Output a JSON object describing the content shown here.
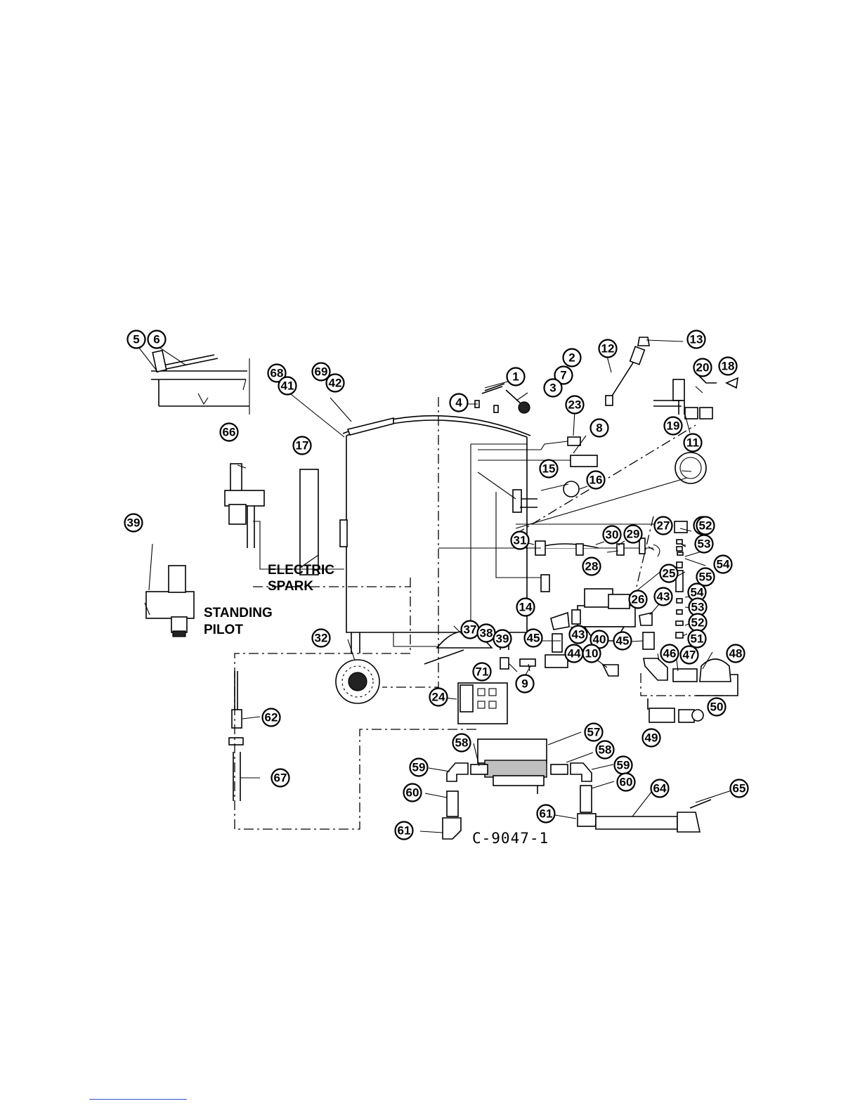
{
  "diagram": {
    "drawing_number": "C-9047-1",
    "captions": {
      "electric_spark_line1": "ELECTRIC",
      "electric_spark_line2": "SPARK",
      "standing_pilot_line1": "STANDING",
      "standing_pilot_line2": "PILOT"
    },
    "callouts": [
      "1",
      "2",
      "3",
      "4",
      "5",
      "6",
      "7",
      "8",
      "9",
      "10",
      "11",
      "12",
      "13",
      "14",
      "15",
      "16",
      "17",
      "18",
      "19",
      "20",
      "23",
      "24",
      "25",
      "26",
      "27",
      "28",
      "29",
      "30",
      "31",
      "32",
      "37",
      "38",
      "39",
      "40",
      "41",
      "42",
      "43",
      "44",
      "45",
      "46",
      "47",
      "48",
      "49",
      "50",
      "51",
      "52",
      "53",
      "54",
      "55",
      "57",
      "58",
      "59",
      "60",
      "61",
      "62",
      "64",
      "65",
      "66",
      "67",
      "68",
      "69",
      "71"
    ]
  }
}
